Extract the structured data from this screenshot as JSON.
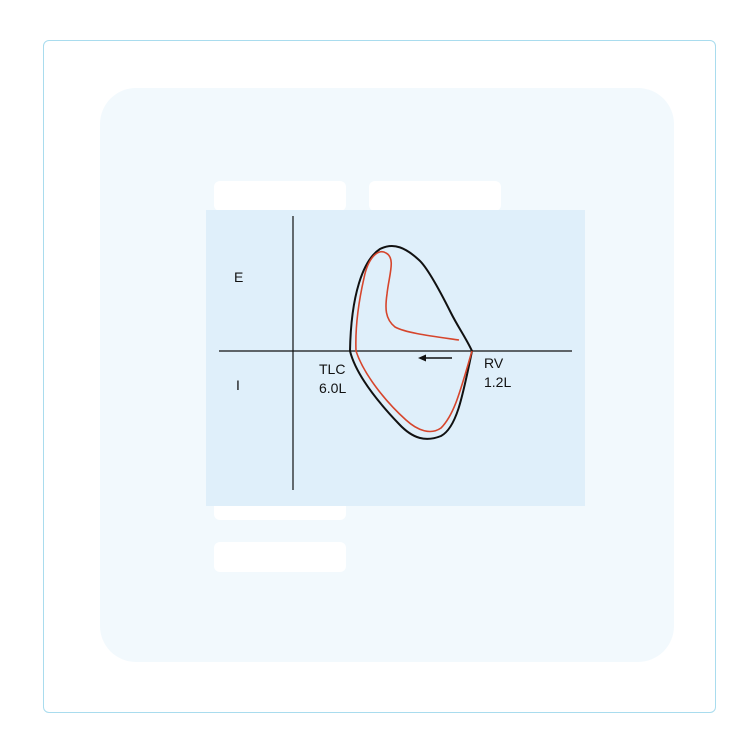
{
  "diagram": {
    "labels": {
      "expiration": "E",
      "inspiration": "I",
      "tlc_name": "TLC",
      "tlc_volume": "6.0L",
      "rv_name": "RV",
      "rv_volume": "1.2L"
    },
    "colors": {
      "normal_loop": "#111111",
      "second_loop": "#d6452c",
      "background": "#dfeffa"
    }
  }
}
